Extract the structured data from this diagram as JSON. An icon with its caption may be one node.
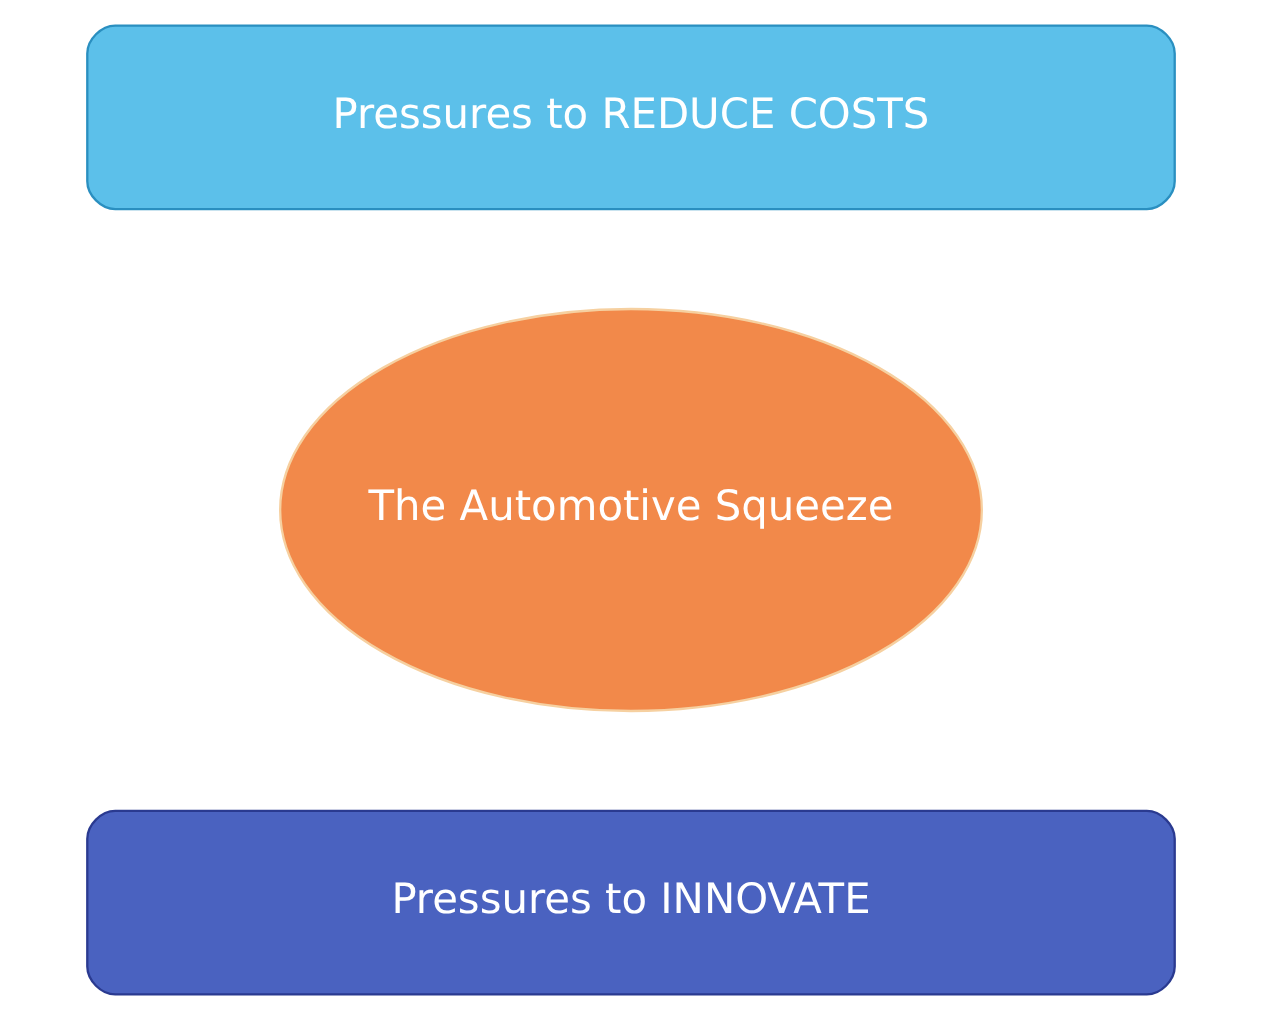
{
  "diagram": {
    "nodes": [
      {
        "text": [
          "Pressures to REDUCE COSTS"
        ]
      },
      {
        "text": [
          "The Automotive Squeeze"
        ]
      },
      {
        "text": [
          "Pressures to INNOVATE"
        ]
      }
    ],
    "edges": []
  }
}
